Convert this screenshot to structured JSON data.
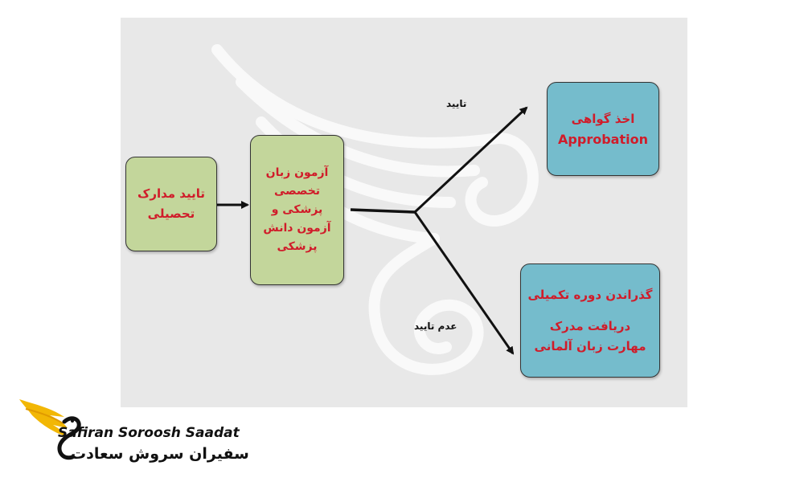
{
  "diagram": {
    "nodes": {
      "verify_documents": {
        "lines": [
          "تایید مدارک",
          "تحصیلی"
        ]
      },
      "exams": {
        "lines": [
          "آزمون زبان",
          "تخصصی",
          "پزشکی و",
          "آزمون دانش",
          "پزشکی"
        ]
      },
      "approbation": {
        "line1": "اخذ گواهی",
        "line2": "Approbation"
      },
      "complementary": {
        "line1": "گذراندن دوره تکمیلی",
        "line2": "دریافت مدرک",
        "line3": "مهارت زبان آلمانی"
      }
    },
    "edges": {
      "approved_label": "تایید",
      "not_approved_label": "عدم تایید"
    },
    "colors": {
      "green_box": "#c3d69b",
      "blue_box": "#75bccc",
      "text_red": "#d01c2a",
      "background": "#e8e8e8",
      "logo_gold": "#f2b705"
    }
  },
  "brand": {
    "name_latin": "Safiran Soroosh Saadat",
    "name_persian": "سفیران سروش سعادت"
  }
}
